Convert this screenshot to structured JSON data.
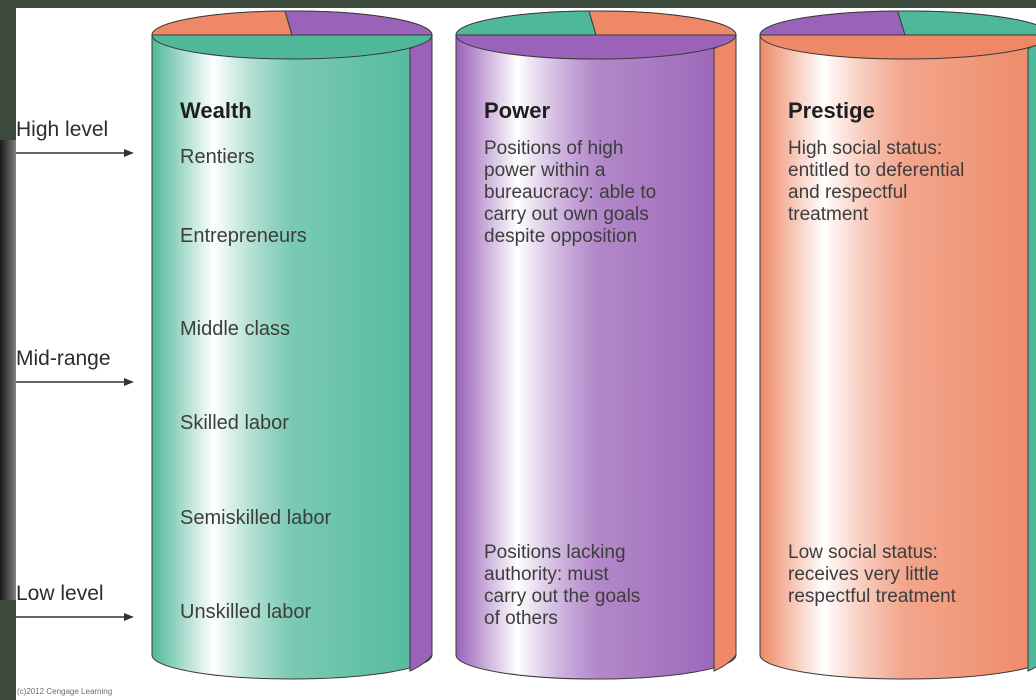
{
  "levels": {
    "high": "High level",
    "mid": "Mid-range",
    "low": "Low level"
  },
  "columns": {
    "wealth": {
      "title": "Wealth",
      "color": "#4fb89a",
      "items": [
        "Rentiers",
        "Entrepreneurs",
        "Middle class",
        "Skilled labor",
        "Semiskilled labor",
        "Unskilled labor"
      ]
    },
    "power": {
      "title": "Power",
      "color": "#9a62b8",
      "high": "Positions of high\npower within a\nbureaucracy: able to\ncarry out own goals\ndespite opposition",
      "low": "Positions lacking\nauthority: must\ncarry out the goals\nof others"
    },
    "prestige": {
      "title": "Prestige",
      "color": "#ee8866",
      "high": "High social status:\nentitled to deferential\nand respectful\ntreatment",
      "low": "Low social status:\nreceives very little\nrespectful treatment"
    }
  },
  "colors": {
    "teal": "#4fb89a",
    "purple": "#9a62b8",
    "salmon": "#ee8866"
  },
  "credit": "(c)2012 Cengage Learning"
}
